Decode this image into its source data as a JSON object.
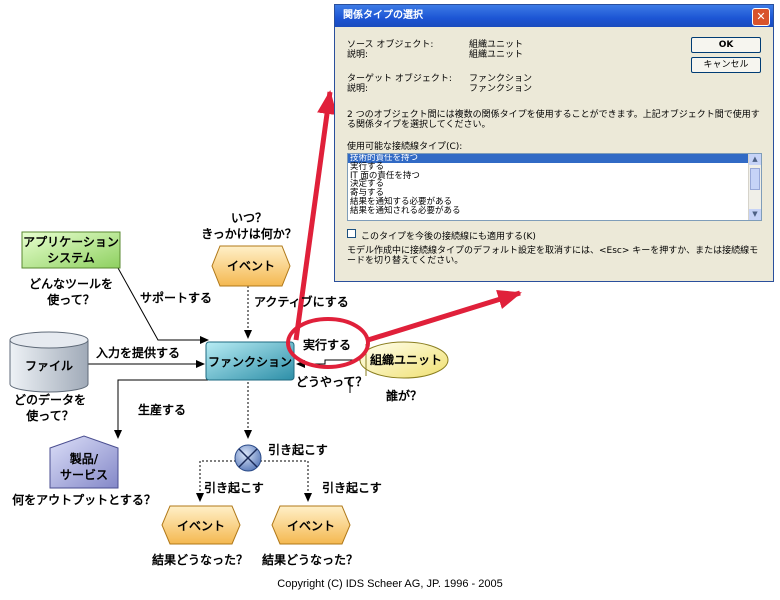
{
  "diagram": {
    "app_system": "アプリケーション\nシステム",
    "file": "ファイル",
    "function": "ファンクション",
    "org_unit": "組織ユニット",
    "event_top": "イベント",
    "event_left": "イベント",
    "event_right": "イベント",
    "product": "製品/\nサービス",
    "q_when": "いつ？",
    "q_trigger": "きっかけは何か？",
    "q_tool": "どんなツールを",
    "q_tool2": "使って？",
    "q_data": "どのデータを",
    "q_data2": "使って？",
    "q_output": "何をアウトプットとする？",
    "q_how": "どうやって？",
    "q_who": "誰が？",
    "q_result_left": "結果どうなった？",
    "q_result_right": "結果どうなった？",
    "edge_support": "サポートする",
    "edge_activate": "アクティブにする",
    "edge_input": "入力を提供する",
    "edge_execute": "実行する",
    "edge_produce": "生産する",
    "edge_cause_main": "引き起こす",
    "edge_cause_left": "引き起こす",
    "edge_cause_right": "引き起こす"
  },
  "dialog": {
    "title": "関係タイプの選択",
    "source_label": "ソース オブジェクト:",
    "source_value": "組織ユニット",
    "source_desc_label": "説明:",
    "source_desc_value": "組織ユニット",
    "target_label": "ターゲット オブジェクト:",
    "target_value": "ファンクション",
    "target_desc_label": "説明:",
    "target_desc_value": "ファンクション",
    "message_line1": "2 つのオブジェクト間には複数の関係タイプを使用することができます。上記オブジェクト間で使用す",
    "message_line2": "る関係タイプを選択してください。",
    "list_label": "使用可能な接続線タイプ(C):",
    "list_items": [
      "技術的責任を持つ",
      "実行する",
      "IT 面の責任を持つ",
      "決定する",
      "寄与する",
      "結果を通知する必要がある",
      "結果を通知される必要がある"
    ],
    "checkbox_label": "このタイプを今後の接続線にも適用する(K)",
    "hint_line1": "モデル作成中に接続線タイプのデフォルト設定を取消すには、<Esc> キーを押すか、または接続線モ",
    "hint_line2": "ードを切り替えてください。",
    "ok_label": "OK",
    "cancel_label": "キャンセル"
  },
  "copyright": "Copyright (C) IDS Scheer AG, JP. 1996 - 2005",
  "colors": {
    "app_fill": "#c8f0a0",
    "function_fill": "#4ab0c8",
    "org_fill": "#fffcb0",
    "event_fill": "#ffd890",
    "product_fill": "#b4b8e8",
    "file_fill": "#c8d0d8",
    "highlight": "#e0203a"
  }
}
